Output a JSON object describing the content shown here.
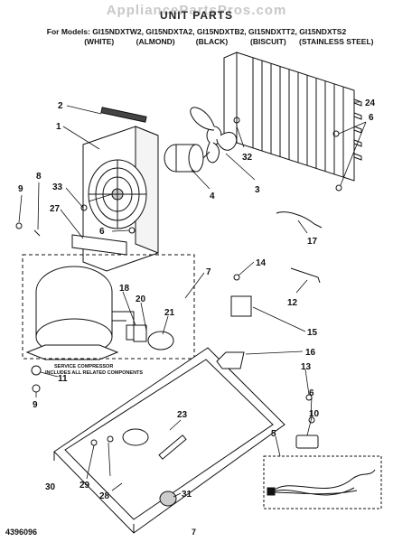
{
  "header": {
    "watermark": "AppliancePartsPros.com",
    "title": "UNIT PARTS",
    "models_line": "For Models: GI15NDXTW2, GI15NDXTA2, GI15NDXTB2, GI15NDXTT2, GI15NDXTS2",
    "colors": [
      "(WHITE)",
      "(ALMOND)",
      "(BLACK)",
      "(BISCUIT)",
      "(STAINLESS STEEL)"
    ]
  },
  "callouts": {
    "c1": "1",
    "c2": "2",
    "c3": "3",
    "c4": "4",
    "c5": "5",
    "c6a": "6",
    "c6b": "6",
    "c6c": "6",
    "c7": "7",
    "c8": "8",
    "c9a": "9",
    "c9b": "9",
    "c10": "10",
    "c11": "11",
    "c12": "12",
    "c13": "13",
    "c14": "14",
    "c15": "15",
    "c16": "16",
    "c17": "17",
    "c18": "18",
    "c20": "20",
    "c21": "21",
    "c23": "23",
    "c24": "24",
    "c27": "27",
    "c28": "28",
    "c29": "29",
    "c30": "30",
    "c31": "31",
    "c32": "32",
    "c33": "33"
  },
  "compressor_note_1": "SERVICE COMPRESSOR",
  "compressor_note_2": "INCLUDES ALL RELATED COMPONENTS",
  "footer": {
    "part_number": "4396096",
    "page": "7"
  }
}
